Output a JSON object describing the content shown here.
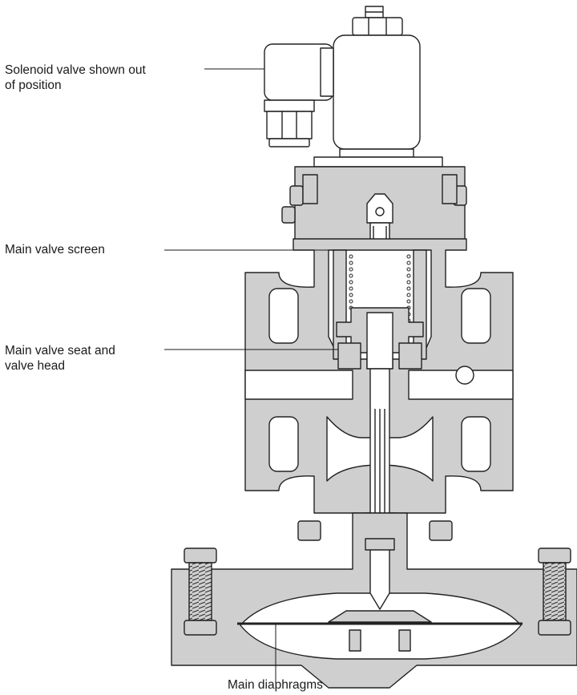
{
  "labels": {
    "solenoid": {
      "line1": "Solenoid valve shown out",
      "line2": "of position"
    },
    "screen": {
      "line1": "Main valve screen"
    },
    "seat": {
      "line1": "Main valve seat and",
      "line2": "valve head"
    },
    "diaphragms": {
      "line1": "Main diaphragms"
    }
  },
  "colors": {
    "body_fill": "#cfcfcf",
    "cavity_fill": "#ffffff",
    "outline": "#222222",
    "text": "#1a1a1a"
  }
}
